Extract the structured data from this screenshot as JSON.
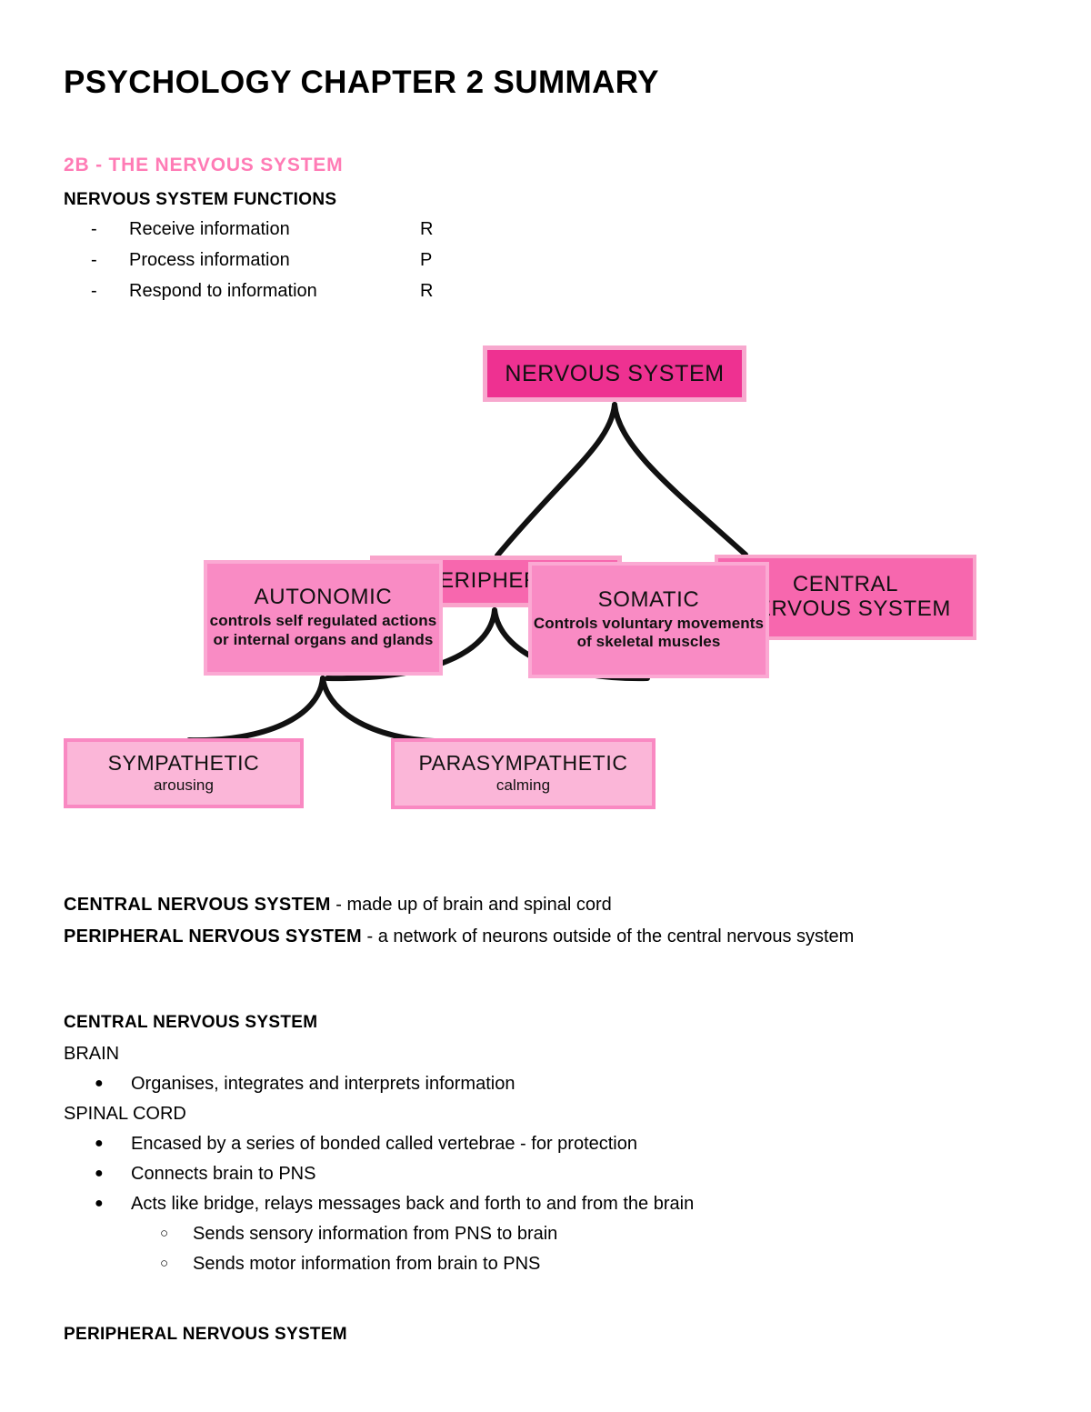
{
  "document": {
    "title": "PSYCHOLOGY CHAPTER 2 SUMMARY",
    "section_heading": "2B - THE NERVOUS SYSTEM",
    "section_heading_color": "#FF7BB5"
  },
  "functions": {
    "heading": "NERVOUS SYSTEM FUNCTIONS",
    "dash": "-",
    "items": [
      {
        "text": "Receive information",
        "code": "R"
      },
      {
        "text": "Process information",
        "code": "P"
      },
      {
        "text": "Respond to information",
        "code": "R"
      }
    ]
  },
  "diagram": {
    "type": "hierarchy",
    "nodes": {
      "nervous_system": {
        "title": "NERVOUS SYSTEM",
        "desc": "",
        "fill": "#EE3191",
        "border": "#F7A8CE"
      },
      "peripheral": {
        "title": "PERIPHERAL",
        "desc": "",
        "fill": "#F767AE",
        "border": "#F9A4CB"
      },
      "central": {
        "title": "CENTRAL\nNERVOUS SYSTEM",
        "title_line1": "CENTRAL",
        "title_line2": "NERVOUS SYSTEM",
        "desc": "",
        "fill": "#F767AE",
        "border": "#F9A4CB"
      },
      "autonomic": {
        "title": "AUTONOMIC",
        "desc": "controls self regulated actions or internal organs and glands",
        "fill": "#F98BC4",
        "border": "#FBA9D3"
      },
      "somatic": {
        "title": "SOMATIC",
        "desc": "Controls voluntary movements of skeletal muscles",
        "fill": "#F98BC4",
        "border": "#FBA9D3"
      },
      "sympathetic": {
        "title": "SYMPATHETIC",
        "desc": "arousing",
        "fill": "#FBB6D8",
        "border": "#F989C2"
      },
      "parasympathetic": {
        "title": "PARASYMPATHETIC",
        "desc": "calming",
        "fill": "#FBB6D8",
        "border": "#F989C2"
      }
    },
    "edges": [
      {
        "from": "nervous_system",
        "to": "peripheral"
      },
      {
        "from": "nervous_system",
        "to": "central"
      },
      {
        "from": "peripheral",
        "to": "autonomic"
      },
      {
        "from": "peripheral",
        "to": "somatic"
      },
      {
        "from": "autonomic",
        "to": "sympathetic"
      },
      {
        "from": "autonomic",
        "to": "parasympathetic"
      }
    ]
  },
  "definitions": [
    {
      "term": "CENTRAL NERVOUS SYSTEM",
      "body": " - made up of brain and spinal cord"
    },
    {
      "term": "PERIPHERAL NERVOUS SYSTEM",
      "body": " - a network of neurons outside of the central nervous system"
    }
  ],
  "central_nervous_system": {
    "heading": "CENTRAL NERVOUS SYSTEM",
    "brain_label": "BRAIN",
    "brain_bullets": [
      "Organises, integrates and interprets information"
    ],
    "spinal_label": "SPINAL CORD",
    "spinal_bullets": [
      "Encased by a series of bonded called vertebrae - for protection",
      "Connects brain to PNS",
      "Acts like bridge, relays messages back and forth to and from the brain"
    ],
    "spinal_sub_bullets": [
      "Sends sensory information from PNS to brain",
      "Sends motor information from brain to PNS"
    ],
    "bullet_glyph": "●",
    "sub_bullet_glyph": "○"
  },
  "peripheral_nervous_system": {
    "heading": "PERIPHERAL NERVOUS SYSTEM"
  }
}
